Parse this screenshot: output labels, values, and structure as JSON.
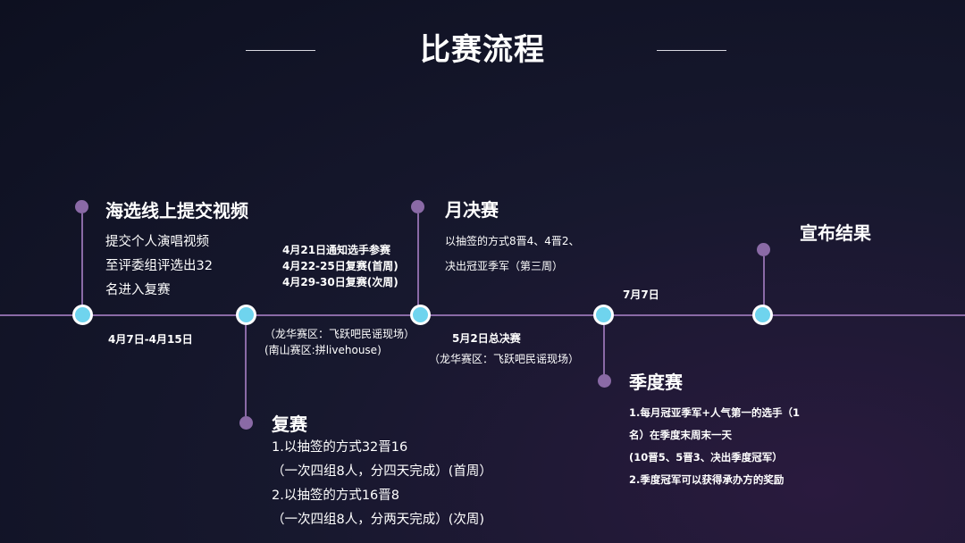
{
  "title": "比赛流程",
  "stages": {
    "audition": {
      "heading": "海选线上提交视频",
      "lines": [
        "提交个人演唱视频",
        "至评委组评选出32",
        "名进入复赛"
      ],
      "date": "4月7日-4月15日"
    },
    "rematch": {
      "notice": [
        "4月21日通知选手参赛",
        "4月22-25日复赛(首周)",
        "4月29-30日复赛(次周)"
      ],
      "venues": [
        "（龙华赛区：飞跃吧民谣现场）",
        "(南山赛区:拼livehouse)"
      ],
      "heading": "复赛",
      "lines": [
        "1.以抽签的方式32晋16",
        "（一次四组8人，分四天完成）(首周）",
        "2.以抽签的方式16晋8",
        "（一次四组8人，分两天完成）(次周)"
      ]
    },
    "monthly": {
      "heading": "月决赛",
      "lines": [
        "以抽签的方式8晋4、4晋2、",
        "决出冠亚季军（第三周）"
      ],
      "date": "5月2日总决赛",
      "venue": "（龙华赛区：飞跃吧民谣现场）"
    },
    "season": {
      "date": "7月7日",
      "heading": "季度赛",
      "lines": [
        "1.每月冠亚季军+人气第一的选手（1",
        "名）在季度末周末一天",
        "(10晋5、5晋3、决出季度冠军）",
        "2.季度冠军可以获得承办方的奖励"
      ]
    },
    "result": {
      "heading": "宣布结果"
    }
  }
}
